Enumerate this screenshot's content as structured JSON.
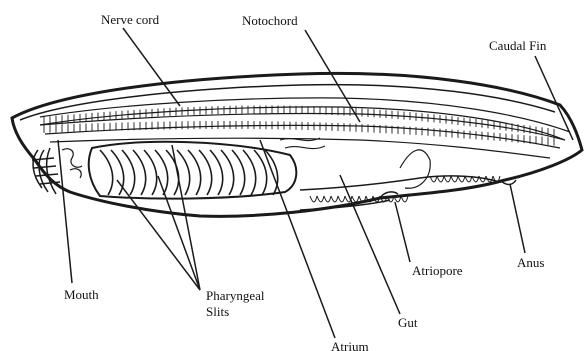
{
  "diagram": {
    "labels": {
      "nerve_cord": "Nerve cord",
      "notochord": "Notochord",
      "caudal_fin": "Caudal Fin",
      "mouth": "Mouth",
      "pharyngeal_line1": "Pharyngeal",
      "pharyngeal_line2": "Slits",
      "atrium": "Atrium",
      "gut": "Gut",
      "atriopore": "Atriopore",
      "anus": "Anus"
    },
    "colors": {
      "ink": "#1a1a1a",
      "background": "#ffffff"
    }
  }
}
